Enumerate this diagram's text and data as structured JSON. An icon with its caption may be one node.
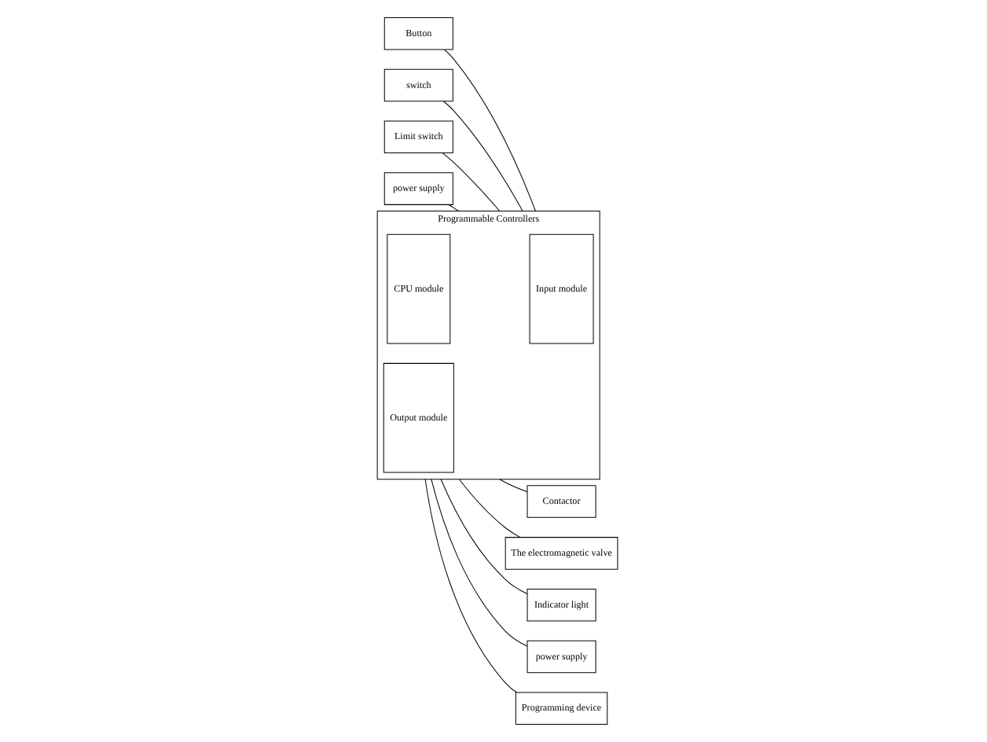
{
  "diagram": {
    "nodes": [
      {
        "text": [
          "Programmable Controllers"
        ]
      },
      {
        "text": [
          "Input module"
        ],
        "in": 0
      },
      {
        "text": [
          "CPU module"
        ],
        "in": 0
      },
      {
        "text": [
          "Output module"
        ],
        "in": 0
      },
      {
        "text": [
          "Button"
        ]
      },
      {
        "text": [
          "switch"
        ]
      },
      {
        "text": [
          "Limit switch"
        ]
      },
      {
        "text": [
          "power supply"
        ]
      },
      {
        "text": [
          "Contactor"
        ]
      },
      {
        "text": [
          "The electromagnetic valve"
        ]
      },
      {
        "text": [
          "Indicator light"
        ]
      },
      {
        "text": [
          "power supply"
        ]
      },
      {
        "text": [
          "Programming device"
        ]
      }
    ],
    "edges": [
      {
        "from": 4,
        "to": 0,
        "arrow": "none"
      },
      {
        "from": 5,
        "to": 0,
        "arrow": "none"
      },
      {
        "from": 6,
        "to": 0,
        "arrow": "none"
      },
      {
        "from": 7,
        "to": 0,
        "arrow": "none"
      },
      {
        "from": 0,
        "to": 8,
        "arrow": "none"
      },
      {
        "from": 0,
        "to": 9,
        "arrow": "none"
      },
      {
        "from": 0,
        "to": 10,
        "arrow": "none"
      },
      {
        "from": 0,
        "to": 11,
        "arrow": "none"
      },
      {
        "from": 0,
        "to": 12,
        "arrow": "none"
      }
    ]
  }
}
